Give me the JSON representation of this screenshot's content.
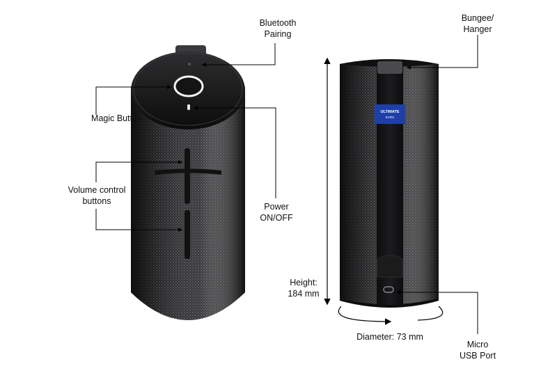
{
  "labels": {
    "bluetooth_1": "Bluetooth",
    "bluetooth_2": "Pairing",
    "magic": "Magic Button",
    "volume_1": "Volume control",
    "volume_2": "buttons",
    "power_1": "Power",
    "power_2": "ON/OFF",
    "bungee_1": "Bungee/",
    "bungee_2": "Hanger",
    "height_1": "Height:",
    "height_2": "184 mm",
    "diameter": "Diameter: 73 mm",
    "micro_1": "Micro",
    "micro_2": "USB Port"
  },
  "badge": {
    "line1": "ULTIMATE",
    "line2": "EARS"
  },
  "colors": {
    "body": "#2b2b2d",
    "body_dark": "#161617",
    "mesh": "#5a5a5e",
    "badge": "#1f3fa8",
    "line": "#000000"
  }
}
